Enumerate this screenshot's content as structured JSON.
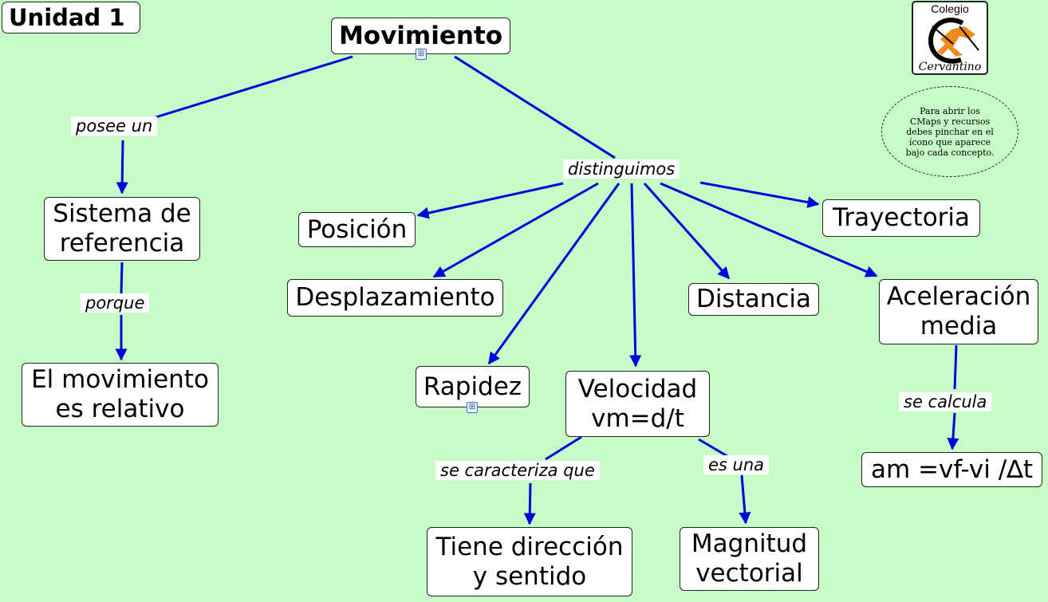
{
  "unit_label": "Unidad 1",
  "logo": {
    "top_text": "Colegio",
    "bottom_text": "Cervantino"
  },
  "note": "Para abrir los\nCMaps y  recursos\ndebes pinchar en el\nícono que aparece\nbajo cada concepto.",
  "concepts": {
    "movimiento": "Movimiento",
    "sistema": "Sistema de\nreferencia",
    "relativo": "El movimiento\nes relativo",
    "posicion": "Posición",
    "desplazamiento": "Desplazamiento",
    "rapidez": "Rapidez",
    "velocidad": "Velocidad\nvm=d/t",
    "distancia": "Distancia",
    "trayectoria": "Trayectoria",
    "aceleracion": "Aceleración\nmedia",
    "formula": "am =vf-vi /∆t",
    "direccion": "Tiene dirección\ny sentido",
    "magnitud": "Magnitud\nvectorial"
  },
  "linking_phrases": {
    "posee_un": "posee un",
    "porque": "porque",
    "distinguimos": "distinguimos",
    "se_calcula": "se calcula",
    "se_caracteriza": "se caracteriza que",
    "es_una": "es una"
  },
  "colors": {
    "background": "#c6fcc6",
    "link": "#0000dd",
    "node_fill": "#ffffff"
  }
}
